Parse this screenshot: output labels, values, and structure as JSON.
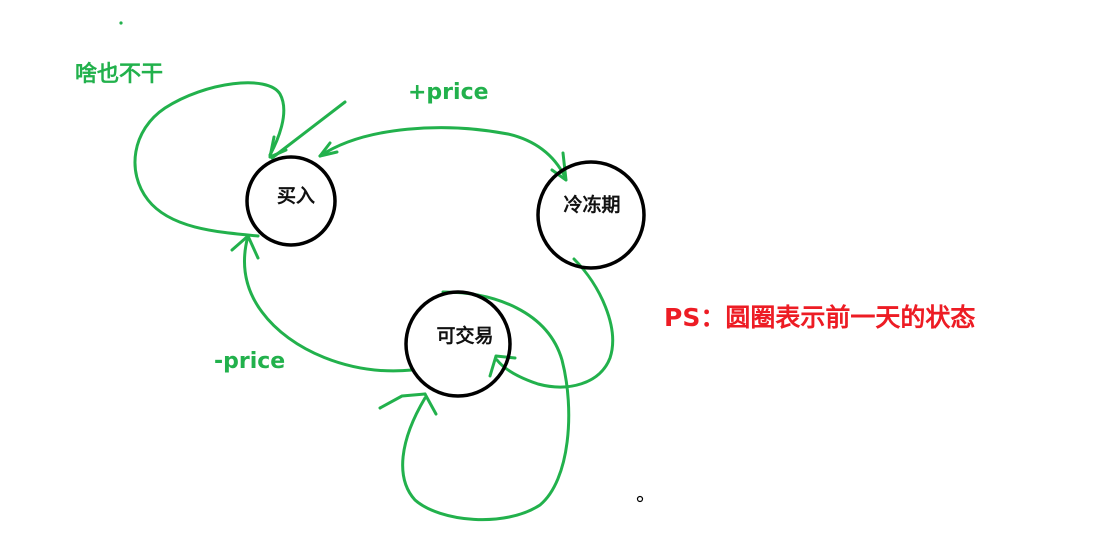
{
  "colors": {
    "stroke_green": "#22b14c",
    "circle_black": "#000000",
    "note_red": "#ed1c24"
  },
  "states": {
    "buy": "买入",
    "cooldown": "冷冻期",
    "tradable": "可交易"
  },
  "transitions": {
    "do_nothing": "啥也不干",
    "plus_price": "+price",
    "minus_price": "-price"
  },
  "note": "PS：圆圈表示前一天的状态"
}
